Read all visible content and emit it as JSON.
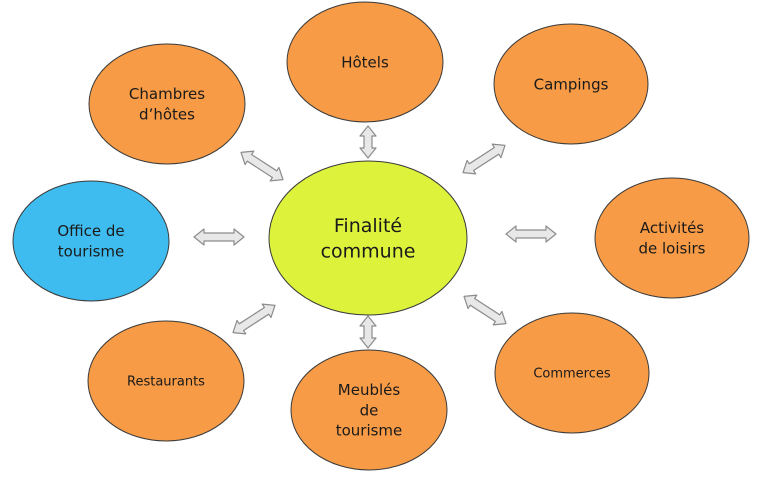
{
  "diagram": {
    "center": {
      "lines": [
        "Finalité",
        "commune"
      ],
      "color": "#dcf23b"
    },
    "nodes": [
      {
        "id": "hotels",
        "lines": [
          "Hôtels"
        ],
        "color": "#f79b46"
      },
      {
        "id": "campings",
        "lines": [
          "Campings"
        ],
        "color": "#f79b46"
      },
      {
        "id": "chambres-hotes",
        "lines": [
          "Chambres",
          "d’hôtes"
        ],
        "color": "#f79b46"
      },
      {
        "id": "office-tourisme",
        "lines": [
          "Office de",
          "tourisme"
        ],
        "color": "#3fbcef"
      },
      {
        "id": "activites-loisirs",
        "lines": [
          "Activités",
          "de loisirs"
        ],
        "color": "#f79b46"
      },
      {
        "id": "restaurants",
        "lines": [
          "Restaurants"
        ],
        "color": "#f79b46"
      },
      {
        "id": "meubles-tourisme",
        "lines": [
          "Meublés",
          "de",
          "tourisme"
        ],
        "color": "#f79b46"
      },
      {
        "id": "commerces",
        "lines": [
          "Commerces"
        ],
        "color": "#f79b46"
      }
    ],
    "arrow_color": "#e8e8e8",
    "arrow_stroke": "#8c8c8c"
  }
}
